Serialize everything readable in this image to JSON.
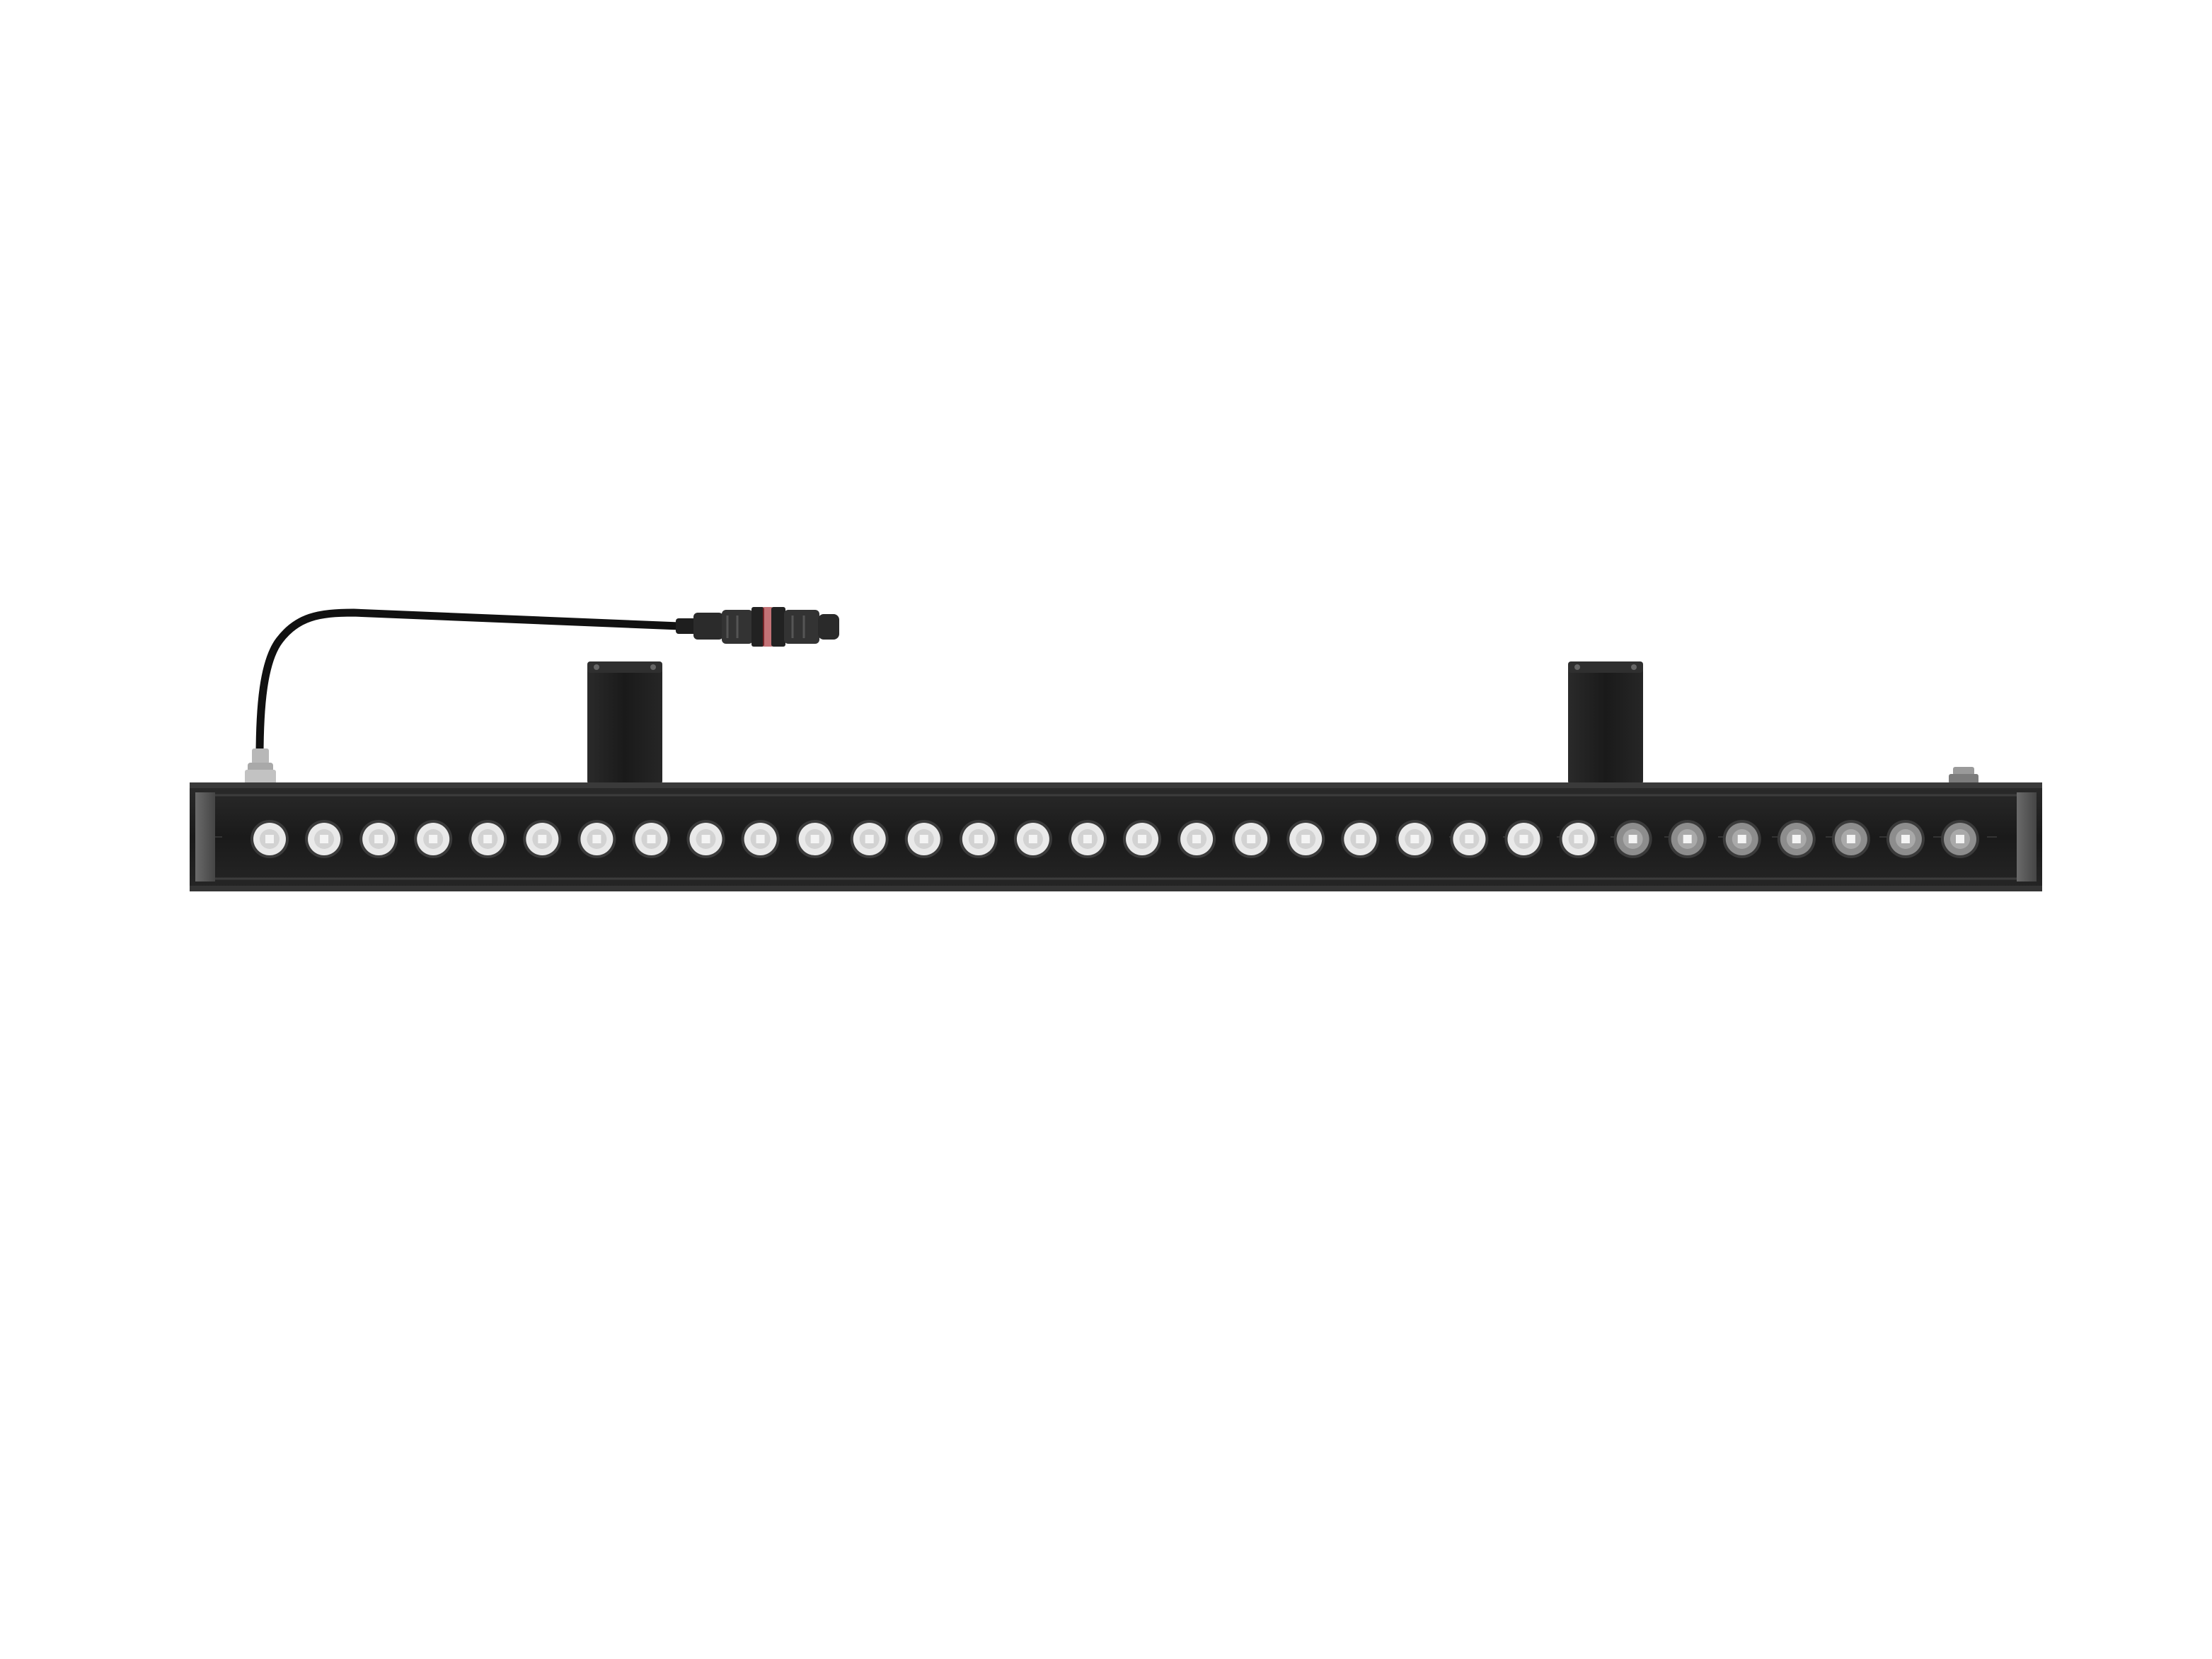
{
  "scene": {
    "subject": "linear-led-wall-washer",
    "background_color": "#ffffff",
    "colors": {
      "housing": "#1b1b1b",
      "housing_edge": "#2c2c2c",
      "groove": "#3a3a3a",
      "end_cap": "#5a5a5a",
      "bracket": "#1f1f1f",
      "cable": "#111111",
      "connector": "#2a2a2a",
      "connector_accent": "#a3272c",
      "gland": "#b5b5b5",
      "lens_light": "#e9e9e9",
      "lens_dark": "#8d8d8d",
      "led_chip": "#f4f4f4"
    },
    "led_count": 32,
    "bracket_count": 2
  }
}
